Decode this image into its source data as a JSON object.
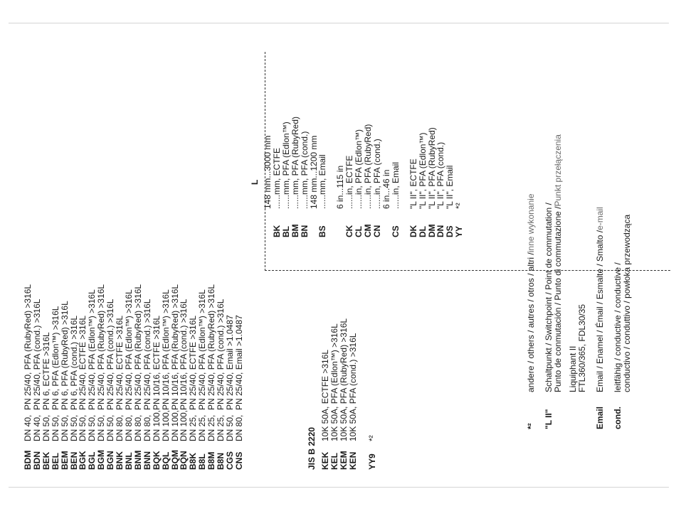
{
  "table_dn": [
    {
      "code": "BDM",
      "dn": "DN 40,",
      "spec": "PN 25/40, PFA (RubyRed) >316L"
    },
    {
      "code": "BDN",
      "dn": "DN 40,",
      "spec": "PN 25/40, PFA (cond.)        >316L"
    },
    {
      "code": "BEK",
      "dn": "DN 50,",
      "spec": "PN 6, ECTFE                        >316L"
    },
    {
      "code": "BEL",
      "dn": "DN 50,",
      "spec": "PN 6, PFA (Edlon™)           >316L"
    },
    {
      "code": "BEM",
      "dn": "DN 50,",
      "spec": "PN 6, PFA (RubyRed)           >316L"
    },
    {
      "code": "BEN",
      "dn": "DN 50,",
      "spec": "PN 6, PFA (cond.)                 >316L"
    },
    {
      "code": "BGK",
      "dn": "DN 50,",
      "spec": "PN 25/40, ECTFE               >316L"
    },
    {
      "code": "BGL",
      "dn": "DN 50,",
      "spec": "PN 25/40, PFA (Edlon™)       >316L"
    },
    {
      "code": "BGM",
      "dn": "DN 50,",
      "spec": "PN 25/40, PFA (RubyRed) >316L"
    },
    {
      "code": "BGN",
      "dn": "DN 50,",
      "spec": "PN 25/40, PFA (cond.)        >316L"
    },
    {
      "code": "BNK",
      "dn": "DN 80,",
      "spec": "PN 25/40, ECTFE               >316L"
    },
    {
      "code": "BNL",
      "dn": "DN 80,",
      "spec": "PN 25/40, PFA (Edlon™)       >316L"
    },
    {
      "code": "BNM",
      "dn": "DN 80,",
      "spec": "PN 25/40, PFA (RubyRed) >316L"
    },
    {
      "code": "BNN",
      "dn": "DN 80,",
      "spec": "PN 25/40, PFA (cond.)        >316L"
    },
    {
      "code": "BQK",
      "dn": "DN 100,",
      "spec": "PN 10/16, ECTFE               >316L"
    },
    {
      "code": "BQL",
      "dn": "DN 100,",
      "spec": "PN 10/16, PFA (Edlon™)      >316L"
    },
    {
      "code": "BQM",
      "dn": "DN 100,",
      "spec": "PN 10/16, PFA (RubyRed) >316L"
    },
    {
      "code": "BQN",
      "dn": "DN 100,",
      "spec": "PN 10/16, PFA (cond.)        >316L"
    },
    {
      "code": "B8K",
      "dn": "DN 25,",
      "spec": "PN 25/40, ECTFE               >316L"
    },
    {
      "code": "B8L",
      "dn": "DN 25,",
      "spec": "PN 25/40, PFA (Edlon™)       >316L"
    },
    {
      "code": "B8M",
      "dn": "DN 25,",
      "spec": "PN 25/40, PFA (RubyRed) >316L"
    },
    {
      "code": "B8N",
      "dn": "DN 25,",
      "spec": "PN 25/40, PFA (cond.)        >316L"
    },
    {
      "code": "CGS",
      "dn": "DN 50,",
      "spec": "PN 25/40, Email               >1.0487"
    },
    {
      "code": "CNS",
      "dn": "DN 80,",
      "spec": "PN 25/40, Email               >1.0487"
    }
  ],
  "jis": {
    "heading": "JIS B 2220",
    "rows": [
      {
        "code": "KEK",
        "spec": "10K 50A, ECTFE                  >316L"
      },
      {
        "code": "KEL",
        "spec": "10K 50A, PFA (Edlon™)         >316L"
      },
      {
        "code": "KEM",
        "spec": "10K 50A, PFA (RubyRed)  >316L"
      },
      {
        "code": "KEN",
        "spec": "10K 50A, PFA (cond.)          >316L"
      }
    ],
    "yy9_code": "YY9",
    "yy9_value": "*²"
  },
  "length": {
    "code_l": "L",
    "rows_mm": [
      {
        "code": "",
        "spec": "148 mm...3000 mm"
      },
      {
        "code": "BK",
        "spec": "......mm, ECTFE"
      },
      {
        "code": "BL",
        "spec": "......mm, PFA (Edlon™)"
      },
      {
        "code": "BM",
        "spec": "......mm, PFA (RubyRed)"
      },
      {
        "code": "BN",
        "spec": "......mm, PFA (cond.)"
      }
    ],
    "rows_mm_email": [
      {
        "code": "",
        "spec": "148 mm...1200 mm"
      },
      {
        "code": "BS",
        "spec": "......mm, Email"
      }
    ],
    "rows_in": [
      {
        "code": "",
        "spec": "6 in...115 in"
      },
      {
        "code": "CK",
        "spec": "......in, ECTFE"
      },
      {
        "code": "CL",
        "spec": "......in, PFA (Edlon™)"
      },
      {
        "code": "CM",
        "spec": "......in, PFA (RubyRed)"
      },
      {
        "code": "CN",
        "spec": "......in, PFA (cond.)"
      }
    ],
    "rows_in_email": [
      {
        "code": "",
        "spec": "6 in...46 in"
      },
      {
        "code": "CS",
        "spec": "......in, Email"
      }
    ],
    "rows_d": [
      {
        "code": "DK",
        "spec": "\"L II\", ECTFE"
      },
      {
        "code": "DL",
        "spec": "\"L II\", PFA (Edlon™)"
      },
      {
        "code": "DM",
        "spec": "\"L II\", PFA (RubyRed)"
      },
      {
        "code": "DN",
        "spec": "\"L II\", PFA (cond.)"
      },
      {
        "code": "DS",
        "spec": "\"L II\", Email"
      },
      {
        "code": "YY",
        "spec": "*²"
      }
    ]
  },
  "legend": [
    {
      "key": "*²",
      "text": "andere / others / autres / otros / altri / ",
      "grey": "inne wykonanie"
    },
    {
      "key": "\"L II\"",
      "text": "Schaltpunkt / Switchpoint / Point de commutation /",
      "grey": ""
    },
    {
      "key": "",
      "text": "Punto de conmutación / Punto di commutazione / ",
      "grey": "Punkt przełączenia"
    },
    {
      "key": "",
      "text": "Liquiphant II",
      "grey": ""
    },
    {
      "key": "",
      "text": "FTL360/365, FDL30/35",
      "grey": ""
    },
    {
      "key": "Email",
      "text": "Email / Enamel / Émail / Esmalte / Smalto / ",
      "grey": "e-mail"
    },
    {
      "key": "cond.",
      "text": "leitfähig / conductive / conductive /",
      "grey": ""
    },
    {
      "key": "",
      "text": "conductivo / conduttivo / powłoka przewodząca",
      "grey": ""
    }
  ]
}
